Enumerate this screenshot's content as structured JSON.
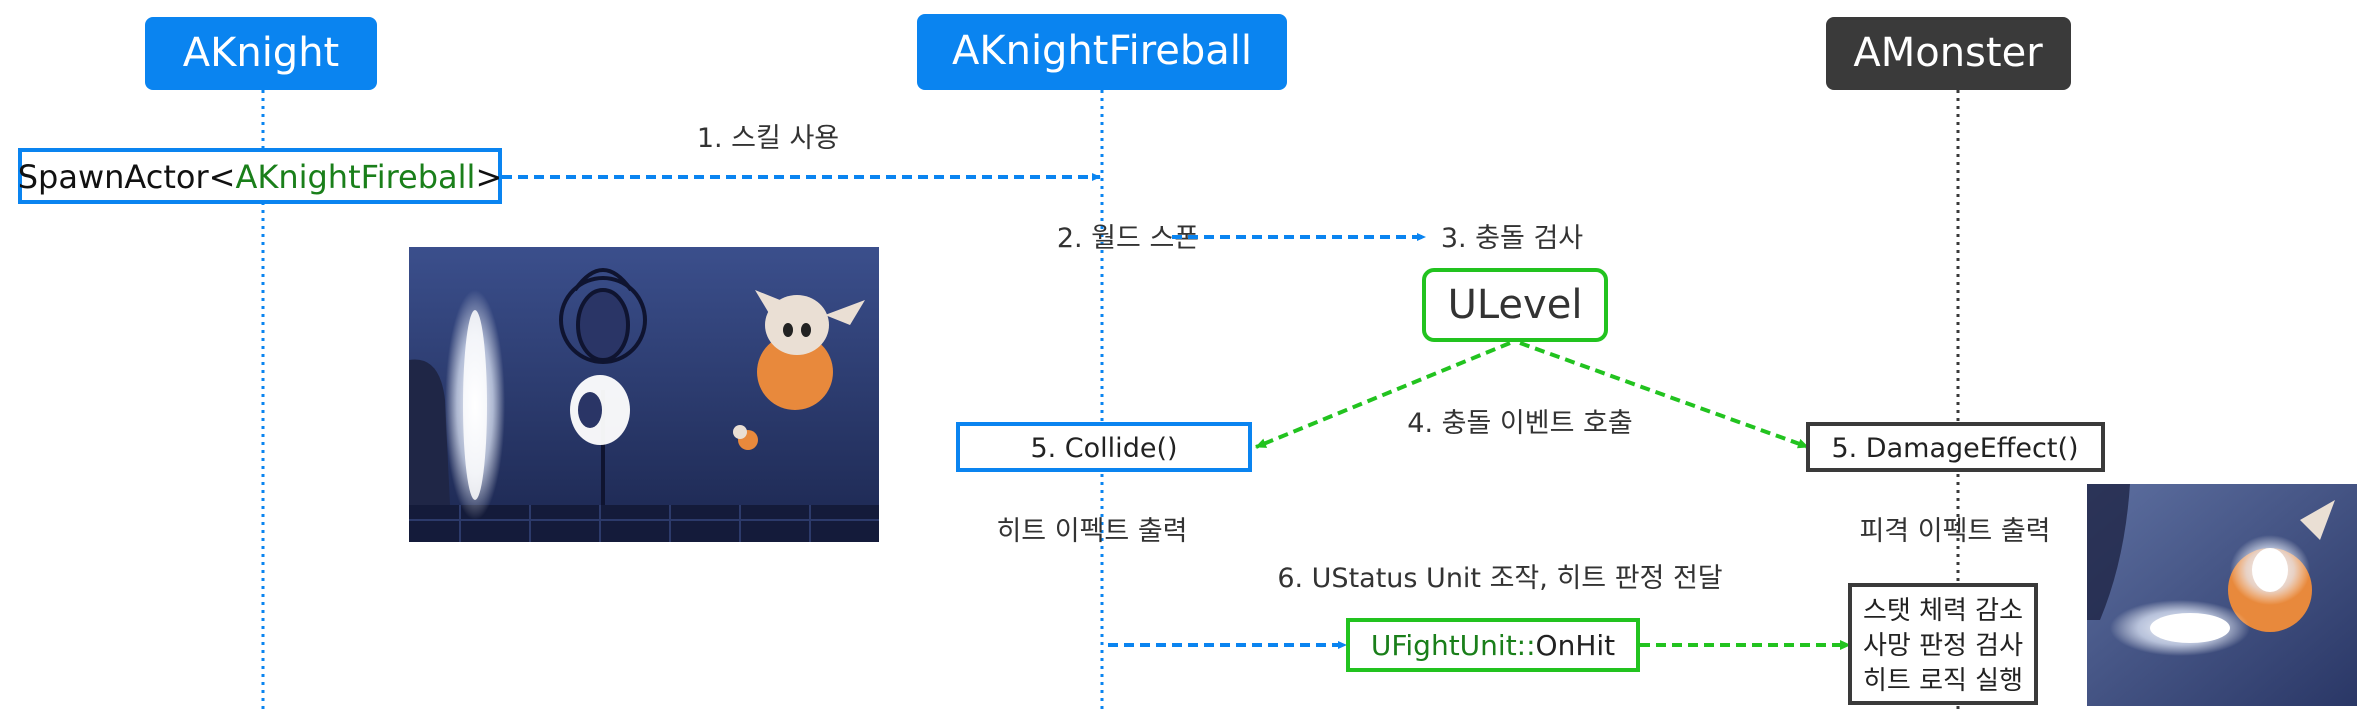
{
  "actors": {
    "knight": "AKnight",
    "fireball": "AKnightFireball",
    "monster": "AMonster",
    "level": "ULevel"
  },
  "boxes": {
    "spawn": {
      "prefix": "SpawnActor<",
      "type": "AKnightFireball",
      "suffix": ">"
    },
    "collide": "5. Collide()",
    "damage_effect": "5. DamageEffect()",
    "fight_unit": {
      "type": "UFightUnit",
      "sep": "::",
      "method": "OnHit"
    },
    "monster_notes": [
      "스탯 체력 감소",
      "사망 판정 검사",
      "히트 로직 실행"
    ]
  },
  "labels": {
    "step1": "1. 스킬 사용",
    "step2": "2. 월드 스폰",
    "step3": "3. 충돌 검사",
    "step4": "4. 충돌 이벤트 호출",
    "step6": "6. UStatus Unit 조작, 히트 판정 전달",
    "hit_effect": "히트 이펙트 출력",
    "damaged_effect": "피격 이펙트 출력"
  },
  "colors": {
    "blue": "#0a84f0",
    "dark": "#3a3a3a",
    "green": "#22c31f",
    "code_green": "#1a7f1a",
    "text": "#333333"
  }
}
